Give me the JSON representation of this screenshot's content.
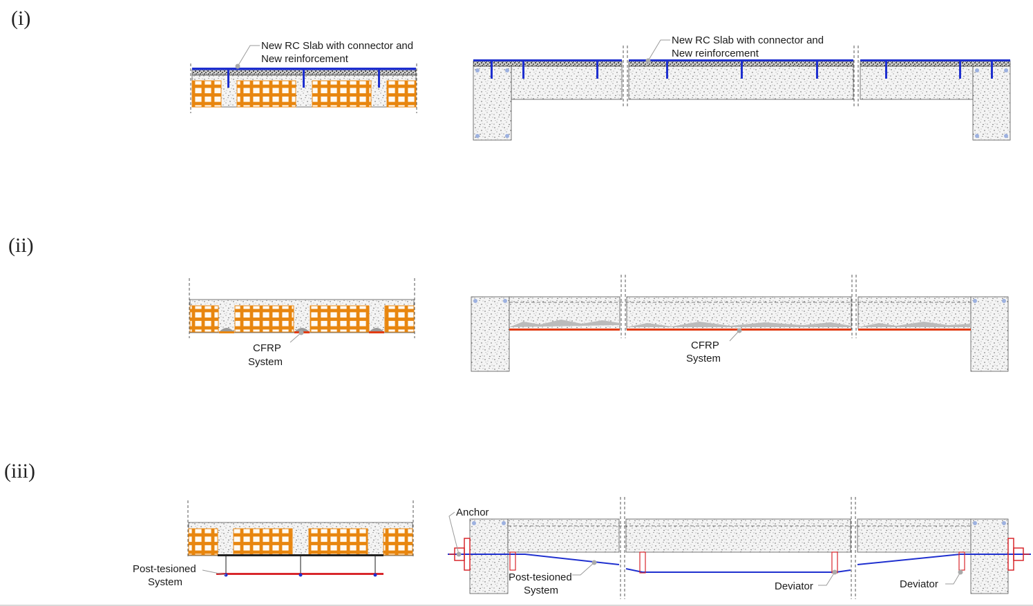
{
  "panels": [
    {
      "label": "(i)",
      "callouts": {
        "section": [
          "New RC Slab with connector and",
          "New reinforcement"
        ],
        "elevation": [
          "New RC Slab with connector and",
          "New reinforcement"
        ]
      }
    },
    {
      "label": "(ii)",
      "callouts": {
        "section": [
          "CFRP",
          "System"
        ],
        "elevation": [
          "CFRP",
          "System"
        ]
      }
    },
    {
      "label": "(iii)",
      "callouts": {
        "section": [
          "Post-tesioned",
          "System"
        ],
        "elevation_system": [
          "Post-tesioned",
          "System"
        ],
        "anchor": "Anchor",
        "deviator_mid": "Deviator",
        "deviator_right": "Deviator"
      }
    }
  ],
  "colors": {
    "concrete_fill": "#f2f2f2",
    "concrete_stroke": "#6f6f6f",
    "brick": "#e8860f",
    "new_slab": "#1e2fcf",
    "cfrp": "#e23b12",
    "tendon": "#1e2fcf",
    "anchor": "#d8262b",
    "leader": "#9a9a9a"
  }
}
